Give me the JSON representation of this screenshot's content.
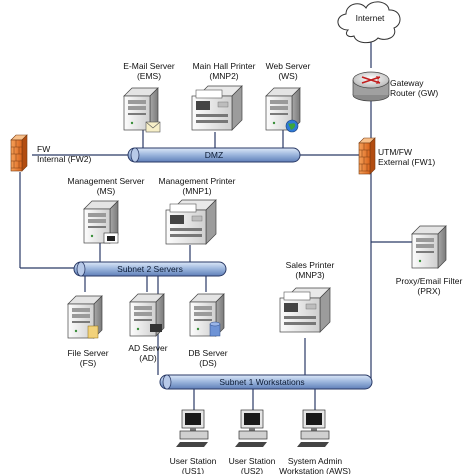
{
  "diagram": {
    "internet": "Internet",
    "buses": {
      "dmz": "DMZ",
      "subnet2": "Subnet 2 Servers",
      "subnet1": "Subnet 1 Workstations"
    },
    "nodes": {
      "gw": [
        "Gateway",
        "Router (GW)"
      ],
      "fw1": [
        "UTM/FW",
        "External (FW1)"
      ],
      "fw2": [
        "FW",
        "Internal (FW2)"
      ],
      "ems": [
        "E-Mail Server",
        "(EMS)"
      ],
      "mnp2": [
        "Main Hall Printer",
        "(MNP2)"
      ],
      "ws": [
        "Web Server",
        "(WS)"
      ],
      "ms": [
        "Management Server",
        "(MS)"
      ],
      "mnp1": [
        "Management Printer",
        "(MNP1)"
      ],
      "prx": [
        "Proxy/Email Filter",
        "(PRX)"
      ],
      "mnp3": [
        "Sales Printer",
        "(MNP3)"
      ],
      "fs": [
        "File Server",
        "(FS)"
      ],
      "ad": [
        "AD Server",
        "(AD)"
      ],
      "ds": [
        "DB Server",
        "(DS)"
      ],
      "us1": [
        "User Station",
        "(US1)"
      ],
      "us2": [
        "User Station",
        "(US2)"
      ],
      "aws": [
        "System Admin",
        "Workstation (AWS)"
      ]
    }
  }
}
